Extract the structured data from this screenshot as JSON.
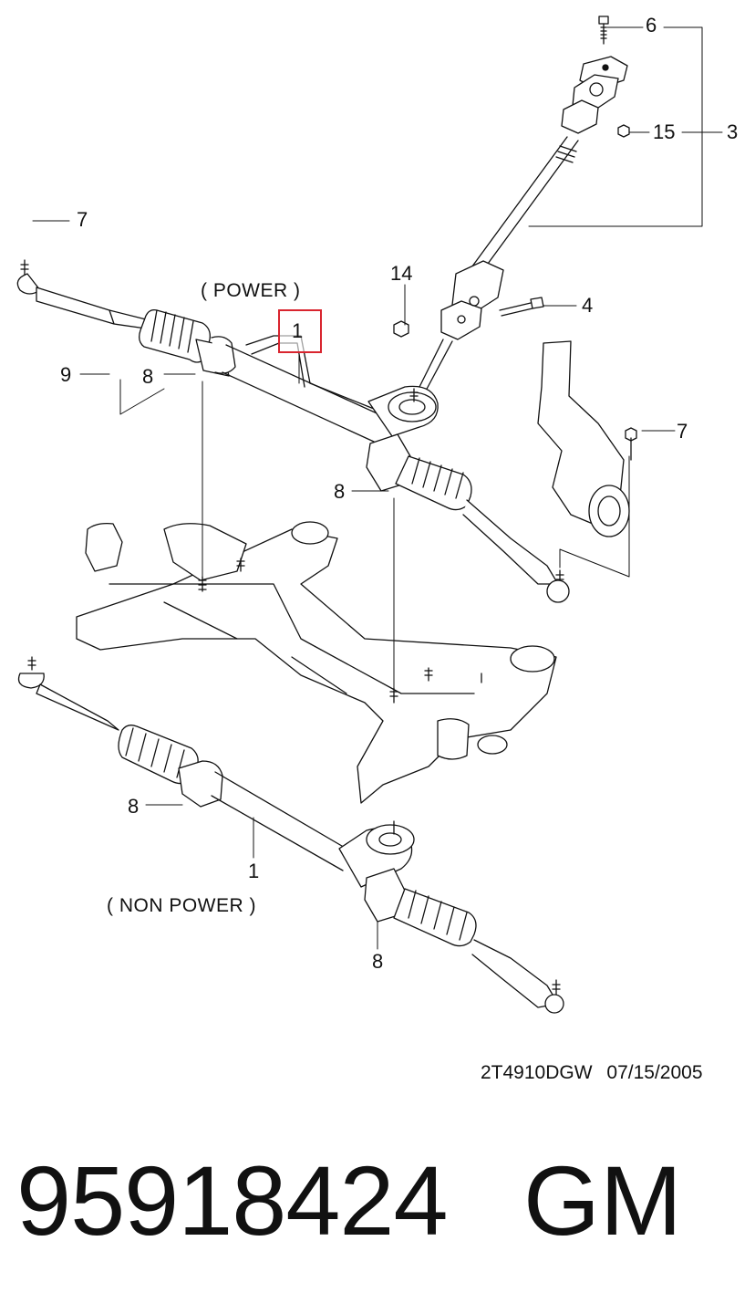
{
  "callouts": {
    "c6": "6",
    "c15": "15",
    "c3": "3",
    "c7_top": "7",
    "c14": "14",
    "c4": "4",
    "c1_highlight": "1",
    "c9": "9",
    "c8_left": "8",
    "c7_right": "7",
    "c8_mid": "8",
    "c8_lower": "8",
    "c1_lower": "1",
    "c8_bottom": "8"
  },
  "captions": {
    "power": "( POWER )",
    "non_power": "( NON POWER )"
  },
  "drawing": {
    "code": "2T4910DGW",
    "date": "07/15/2005"
  },
  "part": {
    "number": "95918424",
    "brand": "GM"
  },
  "colors": {
    "highlight": "#d9252f",
    "line": "#111111"
  }
}
